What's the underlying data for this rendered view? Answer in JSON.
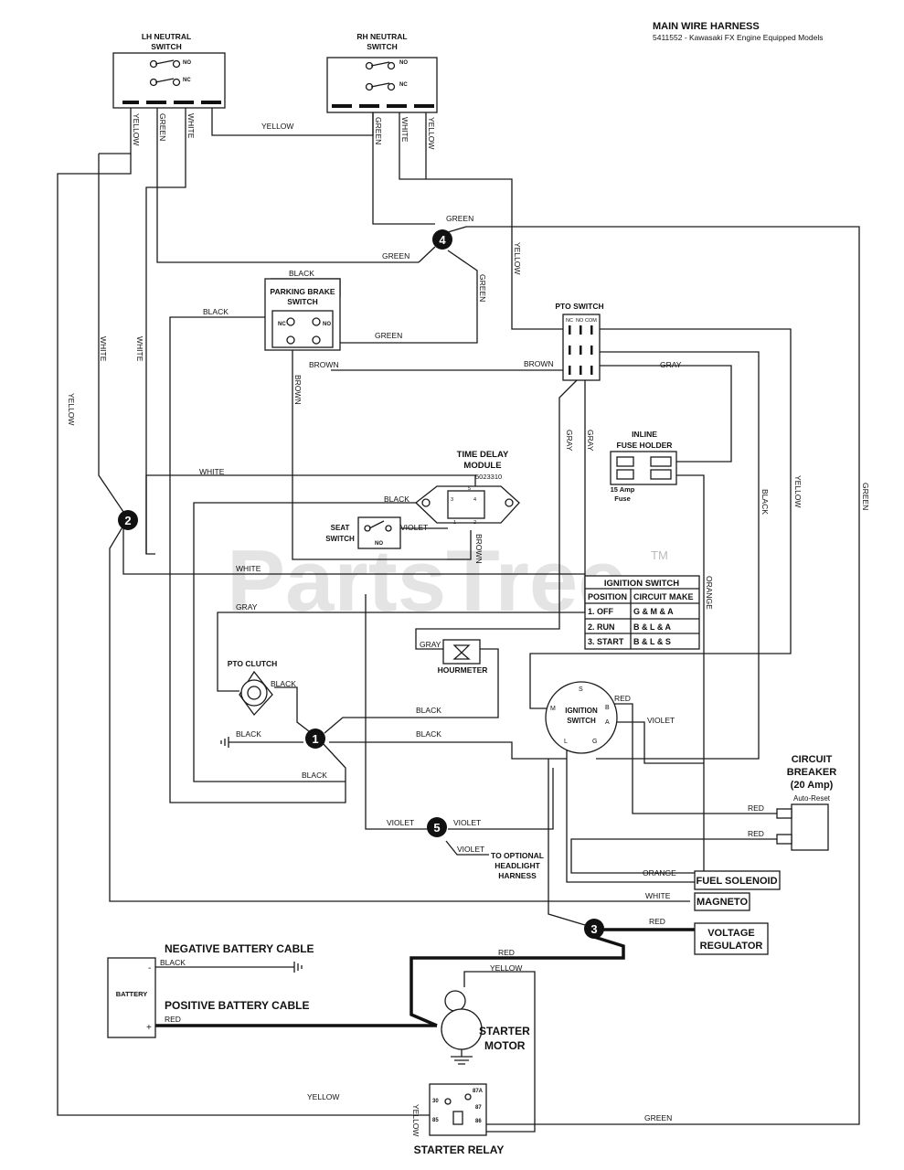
{
  "header": {
    "title": "MAIN WIRE HARNESS",
    "subtitle": "5411552 - Kawasaki FX Engine Equipped Models"
  },
  "watermark": {
    "text": "PartsTree",
    "tm": "TM"
  },
  "components": {
    "lh_neutral_switch": [
      "LH NEUTRAL",
      "SWITCH"
    ],
    "rh_neutral_switch": [
      "RH NEUTRAL",
      "SWITCH"
    ],
    "parking_brake_switch": [
      "PARKING BRAKE",
      "SWITCH"
    ],
    "pto_switch": "PTO SWITCH",
    "pto_switch_terminals": [
      "NC",
      "NO",
      "COM"
    ],
    "time_delay_module": [
      "TIME DELAY",
      "MODULE"
    ],
    "time_delay_part": "5023310",
    "seat_switch": [
      "SEAT",
      "SWITCH"
    ],
    "inline_fuse_holder": [
      "INLINE",
      "FUSE HOLDER"
    ],
    "fuse_rating": [
      "15 Amp",
      "Fuse"
    ],
    "pto_clutch": "PTO CLUTCH",
    "hourmeter": "HOURMETER",
    "ignition_switch": [
      "IGNITION",
      "SWITCH"
    ],
    "ignition_terminals": [
      "S",
      "M",
      "B",
      "A",
      "L",
      "G"
    ],
    "circuit_breaker": [
      "CIRCUIT",
      "BREAKER",
      "(20 Amp)"
    ],
    "auto_reset": "Auto-Reset",
    "fuel_solenoid": "FUEL SOLENOID",
    "magneto": "MAGNETO",
    "voltage_regulator": [
      "VOLTAGE",
      "REGULATOR"
    ],
    "battery": "BATTERY",
    "battery_neg": "-",
    "battery_pos": "+",
    "negative_cable": "NEGATIVE BATTERY CABLE",
    "positive_cable": "POSITIVE BATTERY CABLE",
    "starter_motor": [
      "STARTER",
      "MOTOR"
    ],
    "starter_relay": "STARTER RELAY",
    "relay_terminals": [
      "30",
      "87A",
      "87",
      "85",
      "86"
    ],
    "headlight": [
      "TO OPTIONAL",
      "HEADLIGHT",
      "HARNESS"
    ],
    "no": "NO",
    "nc": "NC"
  },
  "ignition_table": {
    "title": "IGNITION SWITCH",
    "headers": [
      "POSITION",
      "CIRCUIT MAKE"
    ],
    "rows": [
      [
        "1. OFF",
        "G & M & A"
      ],
      [
        "2. RUN",
        "B & L & A"
      ],
      [
        "3. START",
        "B & L & S"
      ]
    ]
  },
  "nodes": [
    "1",
    "2",
    "3",
    "4",
    "5"
  ],
  "wires": {
    "yellow": "YELLOW",
    "green": "GREEN",
    "white": "WHITE",
    "black": "BLACK",
    "brown": "BROWN",
    "gray": "GRAY",
    "violet": "VIOLET",
    "red": "RED",
    "orange": "ORANGE"
  }
}
